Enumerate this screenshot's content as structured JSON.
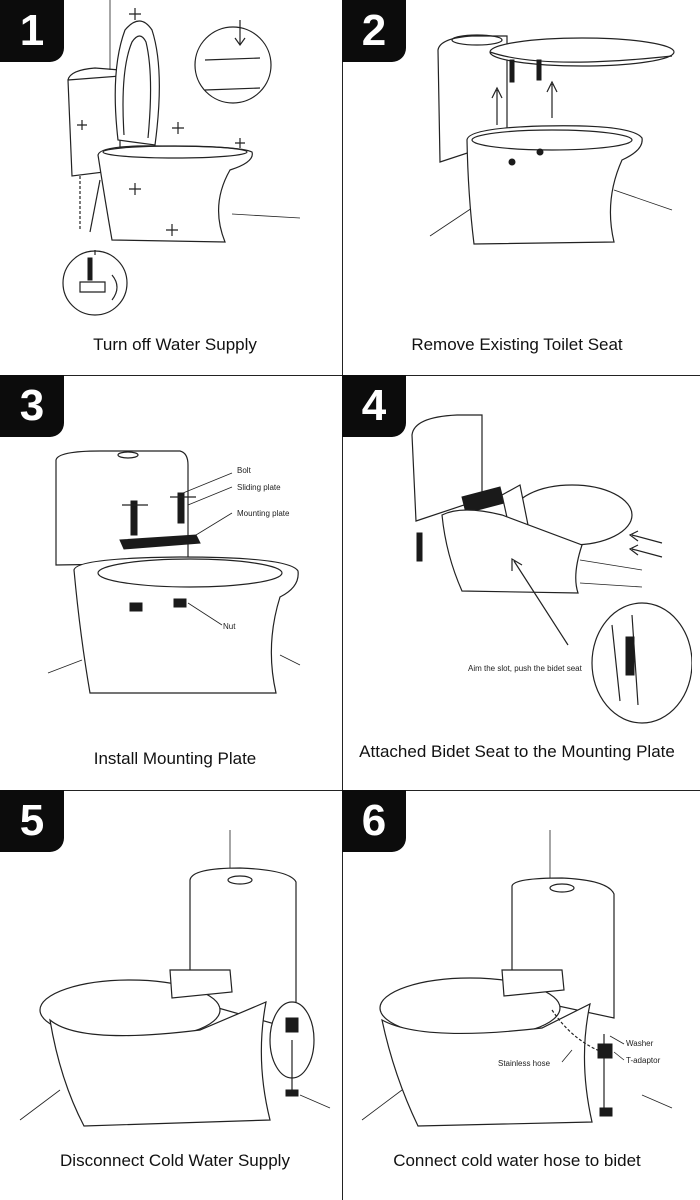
{
  "steps": [
    {
      "number": "1",
      "caption": "Turn off Water Supply"
    },
    {
      "number": "2",
      "caption": "Remove Existing Toilet Seat"
    },
    {
      "number": "3",
      "caption": "Install Mounting Plate",
      "labels": {
        "bolt": "Bolt",
        "sliding_plate": "Sliding plate",
        "mounting_plate": "Mounting plate",
        "nut": "Nut"
      }
    },
    {
      "number": "4",
      "caption": "Attached Bidet Seat to the Mounting Plate",
      "labels": {
        "aim": "Aim the slot, push the bidet seat"
      }
    },
    {
      "number": "5",
      "caption": "Disconnect Cold Water Supply"
    },
    {
      "number": "6",
      "caption": "Connect cold water hose to bidet",
      "labels": {
        "washer": "Washer",
        "t_adaptor": "T-adaptor",
        "hose": "Stainless hose"
      }
    }
  ]
}
